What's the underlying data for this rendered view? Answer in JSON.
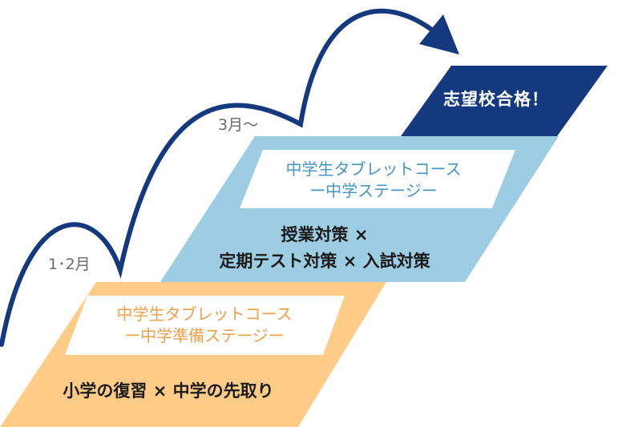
{
  "colors": {
    "stage2_fill": "#ffcc88",
    "stage2_text": "#f0a04a",
    "stage3_fill": "#9dcde3",
    "stage3_text": "#4596c4",
    "goal_fill": "#14397f",
    "arrow": "#14397f",
    "label_text": "#6b6b6b"
  },
  "labels": {
    "stage2_period": "1･2月",
    "stage3_period": "3月〜"
  },
  "stage2": {
    "title_line1": "中学生タブレットコース",
    "title_line2": "ー中学準備ステージー",
    "body": "小学の復習 × 中学の先取り"
  },
  "stage3": {
    "title_line1": "中学生タブレットコース",
    "title_line2": "ー中学ステージー",
    "body_line1": "授業対策 ×",
    "body_line2": "定期テスト対策 × 入試対策"
  },
  "goal": {
    "text": "志望校合格！"
  }
}
